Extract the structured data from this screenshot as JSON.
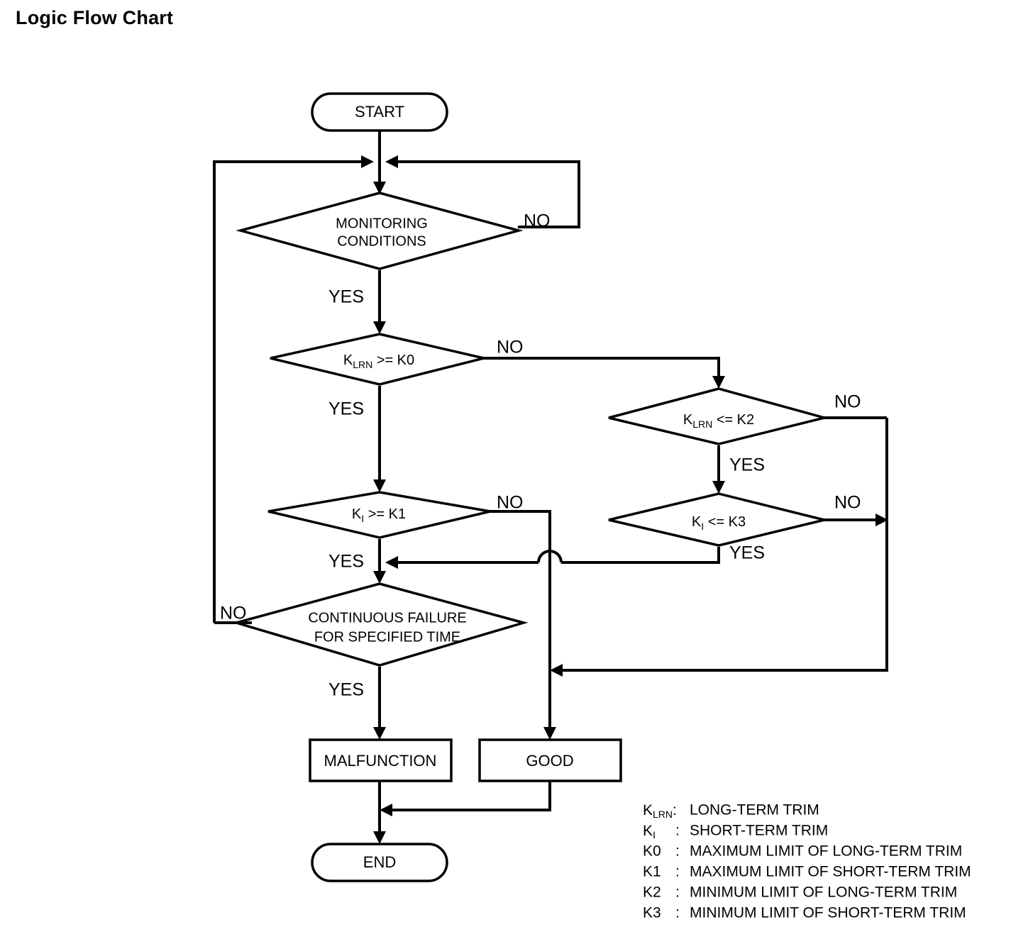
{
  "page": {
    "title": "Logic Flow Chart"
  },
  "chart_data": {
    "type": "diagram",
    "diagram_kind": "flowchart",
    "title": "Logic Flow Chart",
    "nodes": [
      {
        "id": "start",
        "shape": "terminator",
        "label": "START"
      },
      {
        "id": "monitoring",
        "shape": "decision",
        "label_line1": "MONITORING",
        "label_line2": "CONDITIONS"
      },
      {
        "id": "klrn_ge_k0",
        "shape": "decision",
        "label_main": "K",
        "label_sub": "LRN",
        "label_rest": " >= K0"
      },
      {
        "id": "klrn_le_k2",
        "shape": "decision",
        "label_main": "K",
        "label_sub": "LRN",
        "label_rest": " <= K2"
      },
      {
        "id": "ki_ge_k1",
        "shape": "decision",
        "label_main": "K",
        "label_sub": "I",
        "label_rest": " >= K1"
      },
      {
        "id": "ki_le_k3",
        "shape": "decision",
        "label_main": "K",
        "label_sub": "I",
        "label_rest": " <= K3"
      },
      {
        "id": "continuous",
        "shape": "decision",
        "label_line1": "CONTINUOUS FAILURE",
        "label_line2": "FOR SPECIFIED TIME"
      },
      {
        "id": "malfunction",
        "shape": "process",
        "label": "MALFUNCTION"
      },
      {
        "id": "good",
        "shape": "process",
        "label": "GOOD"
      },
      {
        "id": "end",
        "shape": "terminator",
        "label": "END"
      }
    ],
    "edges": [
      {
        "from": "start",
        "to": "monitoring",
        "label": ""
      },
      {
        "from": "monitoring",
        "to": "start_join",
        "label": "NO"
      },
      {
        "from": "monitoring",
        "to": "klrn_ge_k0",
        "label": "YES"
      },
      {
        "from": "klrn_ge_k0",
        "to": "klrn_le_k2",
        "label": "NO"
      },
      {
        "from": "klrn_ge_k0",
        "to": "ki_ge_k1",
        "label": "YES"
      },
      {
        "from": "klrn_le_k2",
        "to": "merge_right",
        "label": "NO"
      },
      {
        "from": "klrn_le_k2",
        "to": "ki_le_k3",
        "label": "YES"
      },
      {
        "from": "ki_le_k3",
        "to": "merge_right",
        "label": "NO"
      },
      {
        "from": "ki_le_k3",
        "to": "continuous",
        "label": "YES"
      },
      {
        "from": "ki_ge_k1",
        "to": "good",
        "label": "NO"
      },
      {
        "from": "ki_ge_k1",
        "to": "continuous",
        "label": "YES"
      },
      {
        "from": "continuous",
        "to": "start_join",
        "label": "NO"
      },
      {
        "from": "continuous",
        "to": "malfunction",
        "label": "YES"
      },
      {
        "from": "malfunction",
        "to": "end",
        "label": ""
      },
      {
        "from": "good",
        "to": "end",
        "label": ""
      }
    ]
  },
  "nodes": {
    "start": {
      "label": "START"
    },
    "end": {
      "label": "END"
    },
    "monitoring": {
      "line1": "MONITORING",
      "line2": "CONDITIONS"
    },
    "klrn_ge_k0": {
      "main": "K",
      "sub": "LRN",
      "rest": " >= K0"
    },
    "klrn_le_k2": {
      "main": "K",
      "sub": "LRN",
      "rest": " <= K2"
    },
    "ki_ge_k1": {
      "main": "K",
      "sub": "I",
      "rest": " >= K1"
    },
    "ki_le_k3": {
      "main": "K",
      "sub": "I",
      "rest": " <= K3"
    },
    "continuous": {
      "line1": "CONTINUOUS FAILURE",
      "line2": "FOR SPECIFIED TIME"
    },
    "malfunction": {
      "label": "MALFUNCTION"
    },
    "good": {
      "label": "GOOD"
    }
  },
  "branch_labels": {
    "monitoring_no": "NO",
    "monitoring_yes": "YES",
    "klrn_ge_k0_no": "NO",
    "klrn_ge_k0_yes": "YES",
    "klrn_le_k2_no": "NO",
    "klrn_le_k2_yes": "YES",
    "ki_ge_k1_no": "NO",
    "ki_ge_k1_yes": "YES",
    "ki_le_k3_no": "NO",
    "ki_le_k3_yes": "YES",
    "continuous_no": "NO",
    "continuous_yes": "YES"
  },
  "legend": {
    "rows": [
      {
        "key_main": "K",
        "key_sub": "LRN",
        "key_rest": "",
        "sep": ":",
        "desc": "LONG-TERM TRIM"
      },
      {
        "key_main": "K",
        "key_sub": "I",
        "key_rest": "",
        "sep": ":",
        "desc": "SHORT-TERM TRIM"
      },
      {
        "key_main": "K0",
        "key_sub": "",
        "key_rest": "",
        "sep": ":",
        "desc": "MAXIMUM LIMIT OF LONG-TERM TRIM"
      },
      {
        "key_main": "K1",
        "key_sub": "",
        "key_rest": "",
        "sep": ":",
        "desc": "MAXIMUM LIMIT OF SHORT-TERM TRIM"
      },
      {
        "key_main": "K2",
        "key_sub": "",
        "key_rest": "",
        "sep": ":",
        "desc": "MINIMUM LIMIT OF LONG-TERM TRIM"
      },
      {
        "key_main": "K3",
        "key_sub": "",
        "key_rest": "",
        "sep": ":",
        "desc": "MINIMUM LIMIT OF SHORT-TERM TRIM"
      }
    ]
  },
  "colors": {
    "stroke": "#000000",
    "background": "#ffffff"
  }
}
